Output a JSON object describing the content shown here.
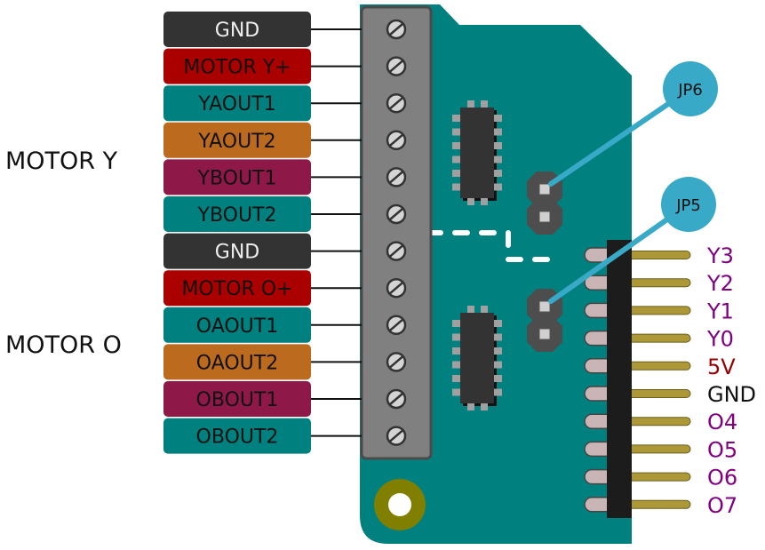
{
  "title": "Motor driver shield pinout",
  "colors": {
    "board": "#00807e",
    "terminal_block": "#808080",
    "terminal_border": "#4a4a4a",
    "screw_fill": "#d4d4d4",
    "screw_stroke": "#333333",
    "ic_body": "#333333",
    "ic_pin": "#a0a0a0",
    "jumper_pad": "#4d4d4d",
    "jumper_pin": "#d0d0d0",
    "callout": "#38a9c7",
    "header_body": "#1c1c1c",
    "header_pad": "#c9b5b5",
    "header_pin": "#ad9838",
    "mount_ring": "#807f00",
    "dashed": "#ffffff"
  },
  "group_labels": [
    {
      "id": "motor-y",
      "text": "MOTOR Y"
    },
    {
      "id": "motor-o",
      "text": "MOTOR O"
    }
  ],
  "terminal_pins": [
    {
      "label": "GND",
      "bg": "#333333",
      "fg": "#eeeeee"
    },
    {
      "label": "MOTOR Y+",
      "bg": "#aa0000",
      "fg": "#111111"
    },
    {
      "label": "YAOUT1",
      "bg": "#00807e",
      "fg": "#111111"
    },
    {
      "label": "YAOUT2",
      "bg": "#bb6a1e",
      "fg": "#111111"
    },
    {
      "label": "YBOUT1",
      "bg": "#8e1848",
      "fg": "#111111"
    },
    {
      "label": "YBOUT2",
      "bg": "#00807e",
      "fg": "#111111"
    },
    {
      "label": "GND",
      "bg": "#333333",
      "fg": "#eeeeee"
    },
    {
      "label": "MOTOR O+",
      "bg": "#aa0000",
      "fg": "#111111"
    },
    {
      "label": "OAOUT1",
      "bg": "#00807e",
      "fg": "#111111"
    },
    {
      "label": "OAOUT2",
      "bg": "#bb6a1e",
      "fg": "#111111"
    },
    {
      "label": "OBOUT1",
      "bg": "#8e1848",
      "fg": "#111111"
    },
    {
      "label": "OBOUT2",
      "bg": "#00807e",
      "fg": "#111111"
    }
  ],
  "header_pins": [
    {
      "label": "Y3",
      "color": "#800080"
    },
    {
      "label": "Y2",
      "color": "#800080"
    },
    {
      "label": "Y1",
      "color": "#800080"
    },
    {
      "label": "Y0",
      "color": "#800080"
    },
    {
      "label": "5V",
      "color": "#990000"
    },
    {
      "label": "GND",
      "color": "#111111"
    },
    {
      "label": "O4",
      "color": "#800080"
    },
    {
      "label": "O5",
      "color": "#800080"
    },
    {
      "label": "O6",
      "color": "#800080"
    },
    {
      "label": "O7",
      "color": "#800080"
    }
  ],
  "jumpers": [
    {
      "id": "jp6",
      "label": "JP6"
    },
    {
      "id": "jp5",
      "label": "JP5"
    }
  ]
}
